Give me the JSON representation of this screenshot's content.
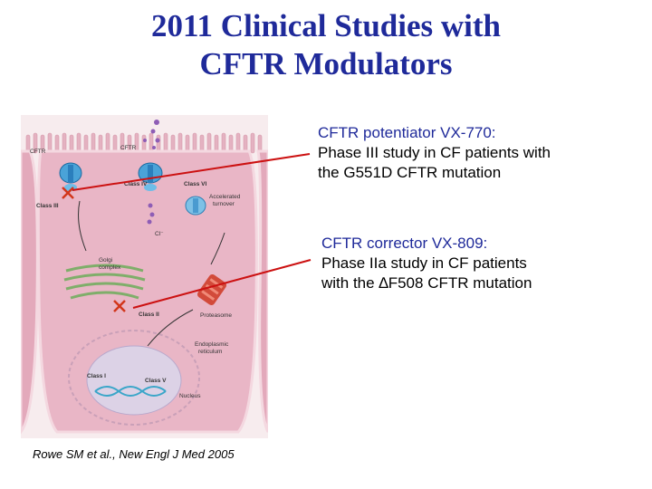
{
  "slide": {
    "title_line1": "2011 Clinical Studies with",
    "title_line2": "CFTR Modulators",
    "citation": "Rowe SM et al., New Engl J Med 2005"
  },
  "callouts": [
    {
      "heading": "CFTR potentiator VX-770:",
      "line1": "Phase III study in CF patients with",
      "line2": "the G551D CFTR mutation"
    },
    {
      "heading": "CFTR corrector VX-809:",
      "line1": "Phase IIa study in CF patients",
      "line2_prefix": "with the ",
      "line2_delta": "∆",
      "line2_suffix": "F508 CFTR mutation"
    }
  ],
  "figure_labels": {
    "cftr_left": "CFTR",
    "cftr_top": "CFTR",
    "class_iv": "Class IV",
    "class_vi": "Class VI",
    "class_iii": "Class III",
    "accelerated_turnover": "Accelerated",
    "accelerated_turnover_2": "turnover",
    "chloride": "Cl⁻",
    "golgi": "Golgi",
    "golgi_2": "complex",
    "class_ii": "Class II",
    "proteasome": "Proteasome",
    "er": "Endoplasmic",
    "er_2": "reticulum",
    "class_i": "Class I",
    "class_v": "Class V",
    "nucleus": "Nucleus"
  },
  "colors": {
    "title": "#1f2a9a",
    "callout_heading": "#1f2a9a",
    "leader_line": "#cc1111",
    "cell_fill": "#e9b6c6",
    "cell_outline": "#f4d8e0"
  }
}
